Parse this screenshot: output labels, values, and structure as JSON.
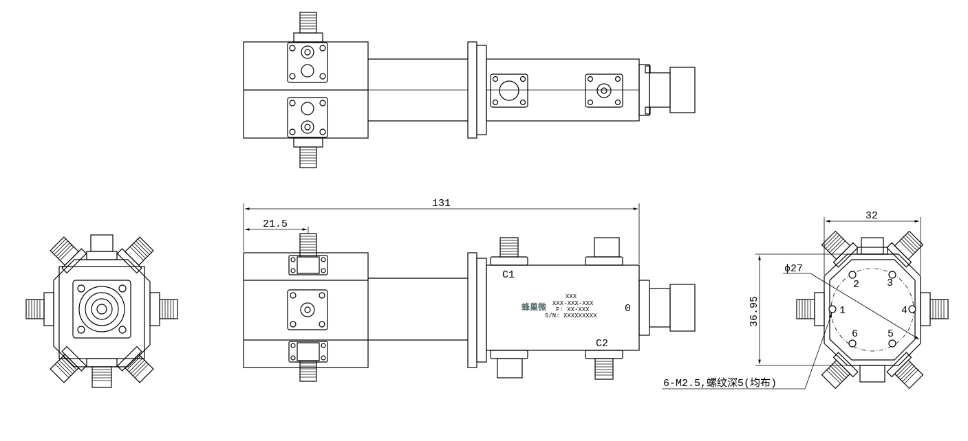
{
  "dimensions": {
    "total_length": "131",
    "offset": "21.5",
    "width": "32",
    "height": "36.95",
    "bolt_circle": "ϕ27",
    "thread_note": "6-M2.5,螺纹深5(均布)"
  },
  "ports": {
    "c1": "C1",
    "c2": "C2",
    "output": "0"
  },
  "hole_numbers": [
    "1",
    "2",
    "3",
    "4",
    "5",
    "6"
  ],
  "label": {
    "logo": "蜂巢微",
    "line1": "XXX",
    "line2": "XXX-XXX-XXX",
    "line3": "F: XX-XXX",
    "line4": "S/N: XXXXXXXXX"
  }
}
